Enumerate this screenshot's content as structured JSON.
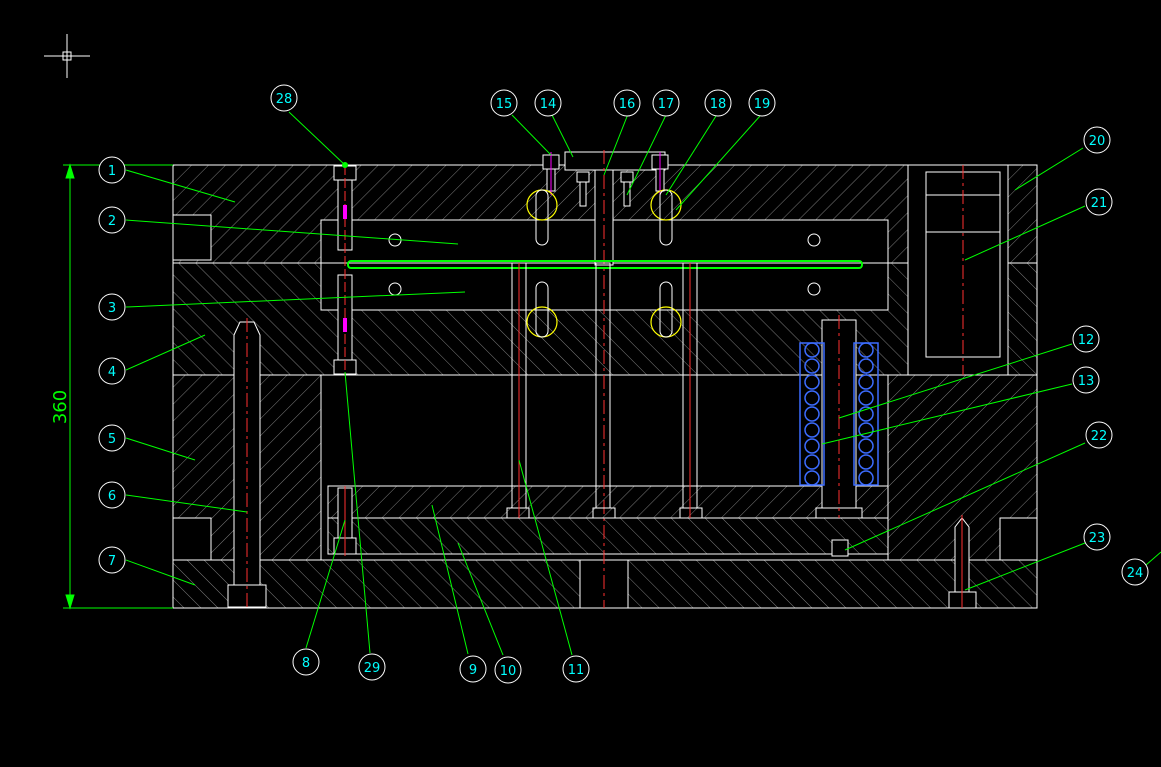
{
  "drawing": {
    "dimension_label": "360",
    "part_labels": [
      "1",
      "2",
      "3",
      "4",
      "5",
      "6",
      "7",
      "8",
      "9",
      "10",
      "11",
      "12",
      "13",
      "14",
      "15",
      "16",
      "17",
      "18",
      "19",
      "20",
      "21",
      "22",
      "23",
      "24",
      "28",
      "29"
    ]
  },
  "colors": {
    "background": "#000000",
    "outline": "#ffffff",
    "hatch": "#8a8a8a",
    "leader": "#00ff00",
    "bubble": "#00ffff",
    "centerline": "#ff3030",
    "spring": "#2060ff",
    "accent": "#ffff00",
    "bolt": "#ff00ff"
  }
}
